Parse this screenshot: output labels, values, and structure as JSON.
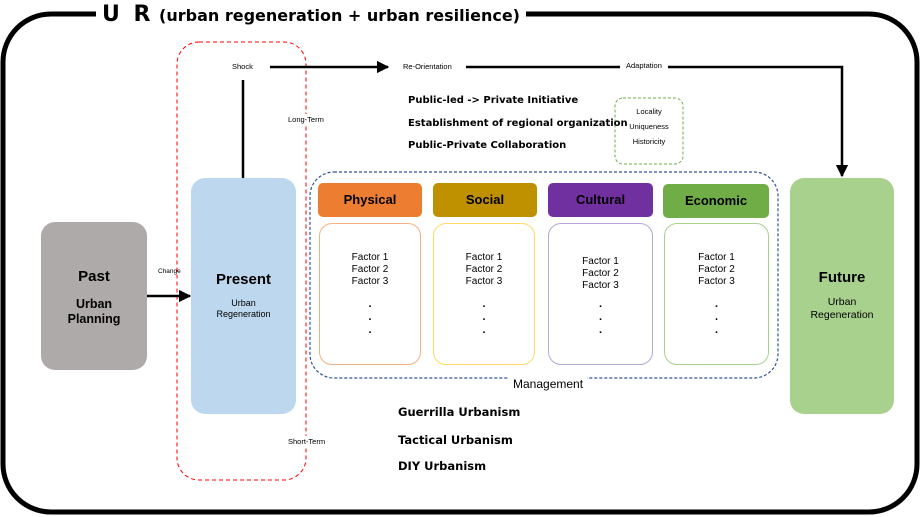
{
  "title": {
    "main": "U R",
    "sub": "(urban regeneration + urban resilience)"
  },
  "stages": {
    "past": {
      "title": "Past",
      "desc": "Urban\nPlanning"
    },
    "present": {
      "title": "Present",
      "desc": "Urban\nRegeneration"
    },
    "future": {
      "title": "Future",
      "desc": "Urban\nRegeneration"
    }
  },
  "labels": {
    "shock": "Shock",
    "reorientation": "Re-Orientation",
    "adaptation": "Adaptation",
    "long_term": "Long-Term",
    "short_term": "Short-Term",
    "change": "Change",
    "management": "Management"
  },
  "initiatives": [
    "Public-led  ->  Private Initiative",
    "Establishment  of regional organization",
    "Public-Private  Collaboration"
  ],
  "characteristics": [
    "Locality",
    "Uniqueness",
    "Historicity"
  ],
  "categories": [
    {
      "name": "Physical",
      "color": "#ed7d31",
      "border": "#f4b183",
      "factors": [
        "Factor 1",
        "Factor 2",
        "Factor 3"
      ]
    },
    {
      "name": "Social",
      "color": "#bf9000",
      "border": "#ffd966",
      "factors": [
        "Factor 1",
        "Factor 2",
        "Factor 3"
      ]
    },
    {
      "name": "Cultural",
      "color": "#7030a0",
      "border": "#b4a7d6",
      "factors": [
        "Factor 1",
        "Factor 2",
        "Factor 3"
      ]
    },
    {
      "name": "Economic",
      "color": "#70ad47",
      "border": "#a9d18e",
      "factors": [
        "Factor 1",
        "Factor 2",
        "Factor 3"
      ]
    }
  ],
  "urbanisms": [
    "Guerrilla Urbanism",
    "Tactical Urbanism",
    "DIY Urbanism"
  ],
  "colors": {
    "past": "#aeaaaa",
    "present": "#bdd7ee",
    "future": "#a9d18e",
    "short_long_border": "#ff0000",
    "characteristics_border": "#70ad47",
    "management_border": "#2f5597"
  }
}
